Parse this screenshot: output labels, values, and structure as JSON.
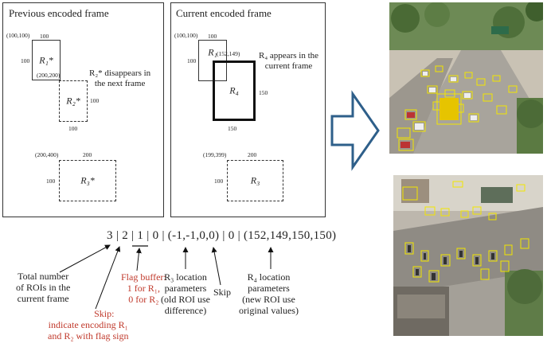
{
  "previous_frame": {
    "title": "Previous encoded frame",
    "r1": {
      "label": "R₁*",
      "coord": "(100,100)",
      "w": "100",
      "h": "100"
    },
    "r2": {
      "label": "R₂*",
      "coord": "(200,200)",
      "w": "100",
      "h": "100"
    },
    "r3": {
      "label": "R₃*",
      "coord": "(200,400)",
      "w": "200",
      "h": "100"
    },
    "note": [
      "R₂* disappears in",
      "the next frame"
    ]
  },
  "current_frame": {
    "title": "Current encoded frame",
    "r1": {
      "label": "R₁",
      "coord": "(100,100)",
      "w": "100",
      "h": "100"
    },
    "r4": {
      "label": "R₄",
      "coord": "(152,149)",
      "w": "150",
      "h": "150"
    },
    "r3": {
      "label": "R₃",
      "coord": "(199,399)",
      "w": "200",
      "h": "100"
    },
    "note": [
      "R₄ appears in the",
      "current frame"
    ]
  },
  "encoded_string": "3 | 2 | 1 | 0 | (-1,-1,0,0) | 0 | (152,149,150,150)",
  "annotations": {
    "total": [
      "Total number",
      "of ROIs in the",
      "current frame"
    ],
    "skip_red": [
      "Skip:",
      "indicate encoding R₁",
      "and R₂ with flag sign"
    ],
    "flag": [
      "Flag buffer:",
      "1 for R₁,",
      "0 for R₂"
    ],
    "r3_params": [
      "R₃ location",
      "parameters",
      "(old ROI use",
      "difference)"
    ],
    "skip": [
      "Skip"
    ],
    "r4_params": [
      "R₄ location",
      "parameters",
      "(new ROI use",
      "original values)"
    ]
  },
  "colors": {
    "red_text": "#c0392b",
    "arrow_blue": "#2e5f8a"
  },
  "images": [
    {
      "name": "highway-traffic-photo"
    },
    {
      "name": "intersection-traffic-photo"
    }
  ]
}
